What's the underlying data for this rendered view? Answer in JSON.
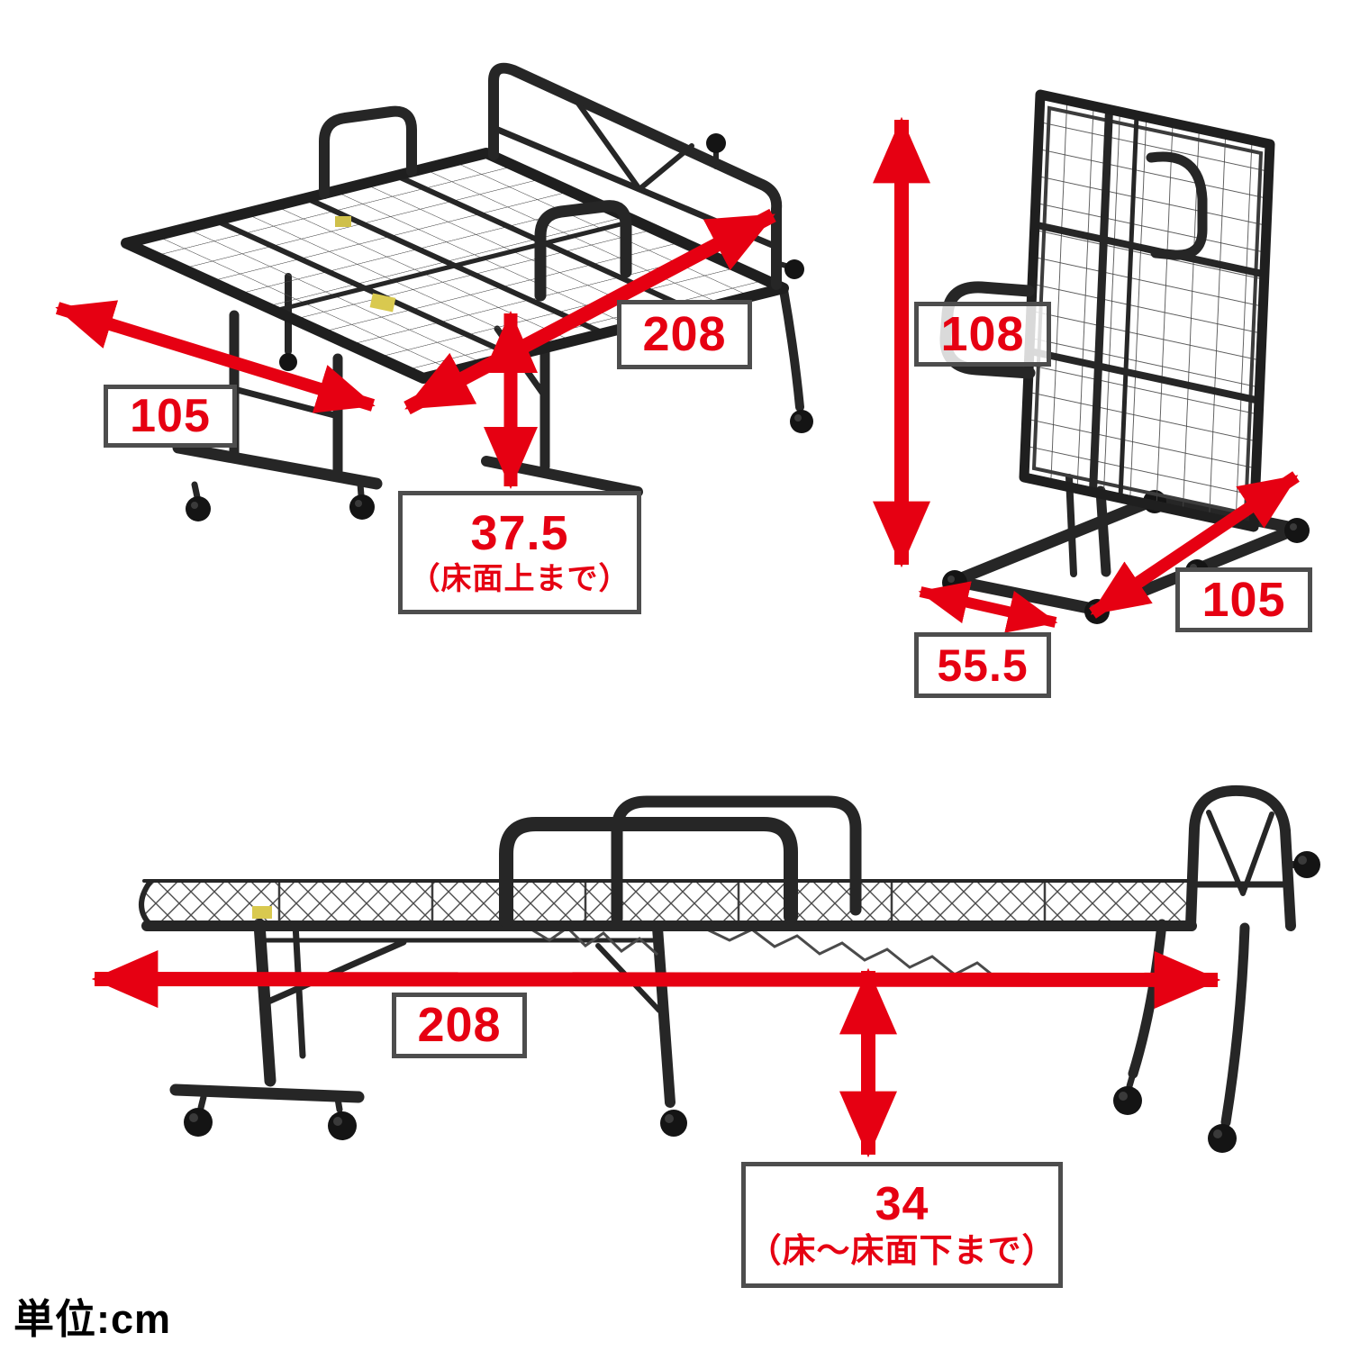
{
  "unit_note": "単位:cm",
  "colors": {
    "accent_red": "#e60012",
    "box_border": "#4d4d4d",
    "frame_dark": "#222222"
  },
  "views": {
    "open_bed": {
      "length": "208",
      "width": "105",
      "height": "37.5",
      "height_note": "（床面上まで）"
    },
    "folded_bed": {
      "height": "108",
      "depth": "55.5",
      "width": "105"
    },
    "side_bed": {
      "length": "208",
      "clearance": "34",
      "clearance_note": "（床〜床面下まで）"
    }
  }
}
